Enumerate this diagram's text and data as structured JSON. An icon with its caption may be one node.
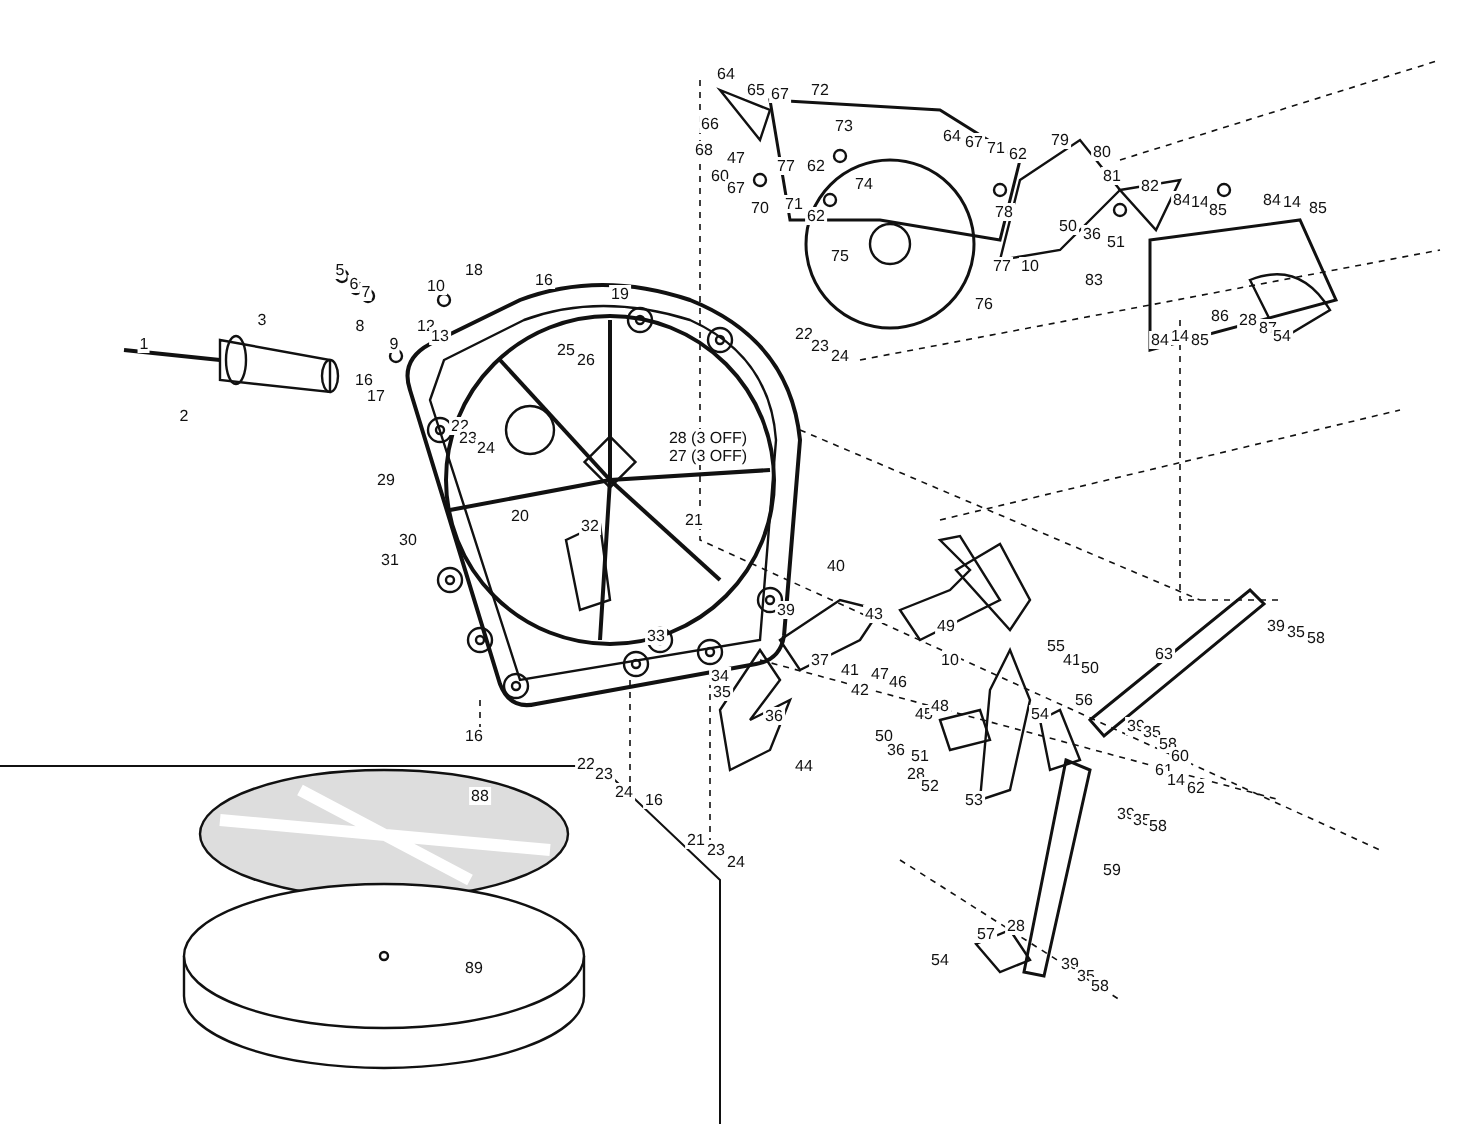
{
  "diagram": {
    "labels": [
      "64",
      "65",
      "67",
      "72",
      "66",
      "73",
      "68",
      "47",
      "60",
      "67",
      "77",
      "62",
      "70",
      "71",
      "62",
      "74",
      "64",
      "67",
      "71",
      "62",
      "78",
      "79",
      "80",
      "81",
      "82",
      "75",
      "77",
      "76",
      "10",
      "50",
      "36",
      "51",
      "83",
      "84",
      "14",
      "85",
      "84",
      "14",
      "85",
      "84",
      "14",
      "85",
      "86",
      "28",
      "87",
      "54",
      "1",
      "3",
      "2",
      "5",
      "6",
      "7",
      "8",
      "9",
      "10",
      "12",
      "13",
      "18",
      "16",
      "19",
      "16",
      "17",
      "25",
      "26",
      "22",
      "23",
      "24",
      "22",
      "23",
      "24",
      "28 (3 OFF)",
      "27 (3 OFF)",
      "29",
      "30",
      "20",
      "32",
      "21",
      "31",
      "40",
      "33",
      "39",
      "43",
      "34",
      "35",
      "36",
      "37",
      "41",
      "42",
      "49",
      "47",
      "46",
      "10",
      "45",
      "48",
      "50",
      "36",
      "51",
      "28",
      "52",
      "53",
      "44",
      "55",
      "41",
      "50",
      "56",
      "54",
      "63",
      "39",
      "35",
      "58",
      "39",
      "35",
      "58",
      "60",
      "61",
      "14",
      "62",
      "59",
      "39",
      "35",
      "58",
      "16",
      "22",
      "23",
      "24",
      "16",
      "21",
      "23",
      "24",
      "88",
      "89",
      "57",
      "28",
      "54",
      "39",
      "35",
      "58"
    ]
  }
}
